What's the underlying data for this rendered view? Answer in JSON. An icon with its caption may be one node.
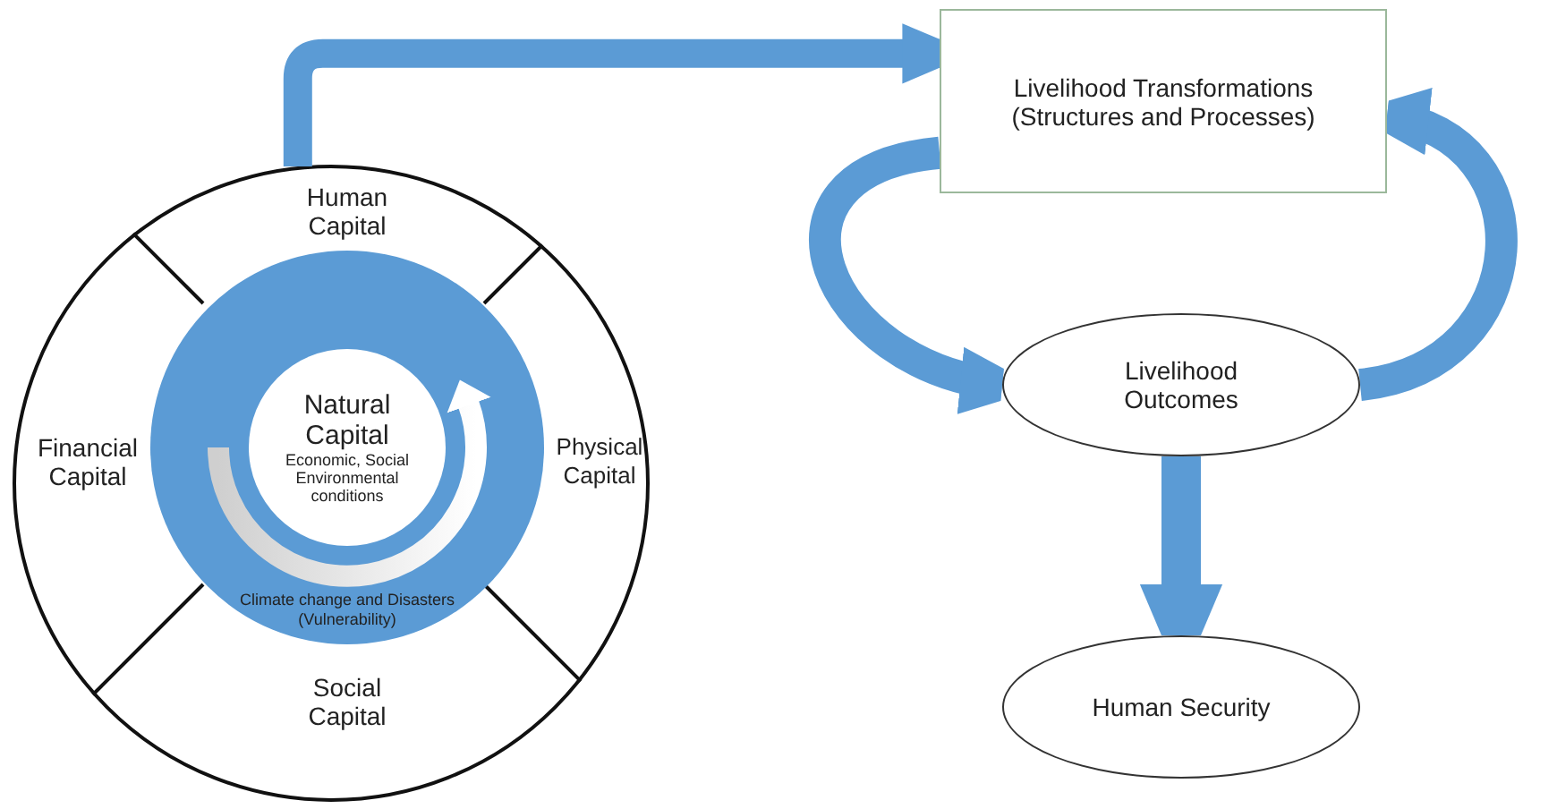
{
  "diagram": {
    "nodes": [
      {
        "text": [],
        "shape": "circle"
      },
      {
        "text": [
          "Human Capital"
        ],
        "in": 0
      },
      {
        "text": [
          "Financial Capital"
        ],
        "in": 0
      },
      {
        "text": [
          "Physical Capital"
        ],
        "in": 0
      },
      {
        "text": [
          "Social Capital"
        ],
        "in": 0
      },
      {
        "text": [
          "Climate change and Disasters (Vulnerability)"
        ],
        "in": 0
      },
      {
        "text": [
          "Natural Capital",
          "Economic, Social Environmental conditions"
        ],
        "in": 5
      },
      {
        "text": [
          "Livelihood Transformations (Structures and Processes)"
        ]
      },
      {
        "text": [
          "Livelihood Outcomes"
        ]
      },
      {
        "text": [
          "Human Security"
        ]
      }
    ],
    "edges": [
      {
        "from": 0,
        "to": 7,
        "arrow": "to"
      },
      {
        "from": 7,
        "to": 8,
        "arrow": "to"
      },
      {
        "from": 8,
        "to": 7,
        "arrow": "to"
      },
      {
        "from": 8,
        "to": 9,
        "arrow": "to"
      }
    ]
  }
}
